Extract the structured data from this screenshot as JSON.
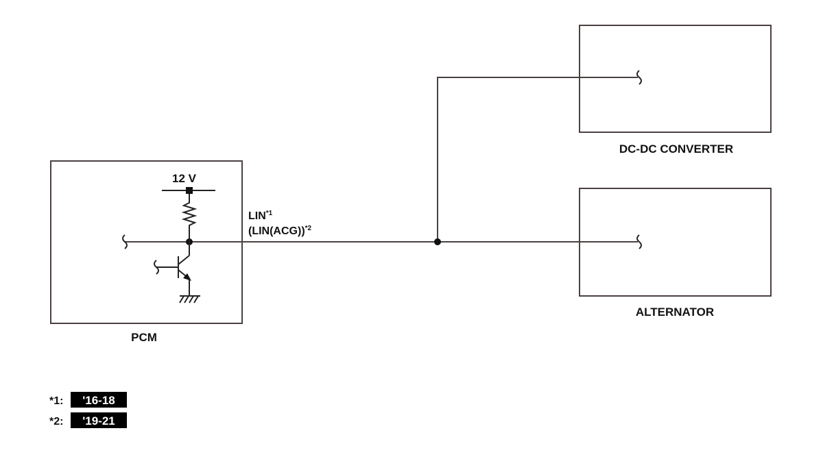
{
  "labels": {
    "voltage": "12 V",
    "pcm": "PCM",
    "dcdc": "DC-DC CONVERTER",
    "alternator": "ALTERNATOR",
    "signal_line1": "LIN",
    "signal_line1_note": "*1",
    "signal_line2": "(LIN(ACG))",
    "signal_line2_note": "*2"
  },
  "footnotes": [
    {
      "marker": "*1:",
      "years": "'16-18"
    },
    {
      "marker": "*2:",
      "years": "'19-21"
    }
  ],
  "colors": {
    "wire": "#4a4040",
    "badge_background": "#000000",
    "badge_text": "#ffffff"
  }
}
